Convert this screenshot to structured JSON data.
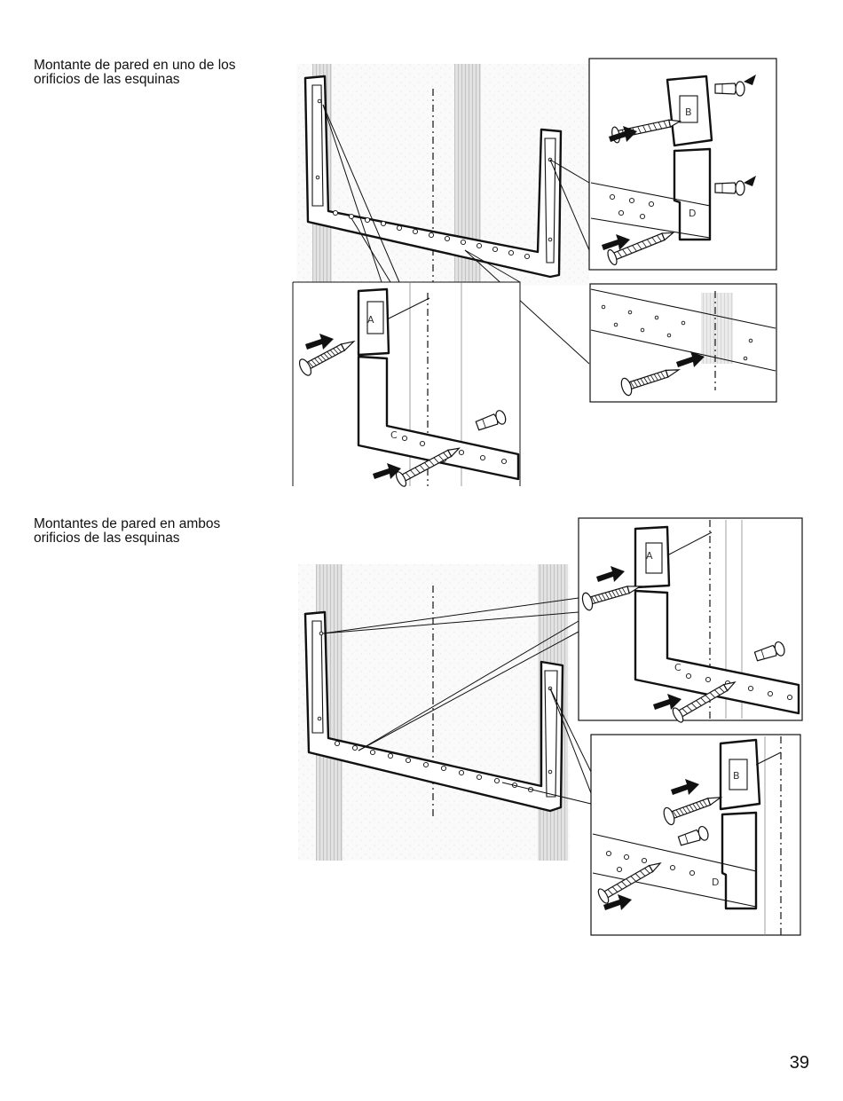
{
  "captions": {
    "single_stud": [
      "Montante de pared en uno de los",
      "orificios de las esquinas"
    ],
    "both_studs": [
      "Montantes de pared en ambos",
      "orificios de las esquinas"
    ]
  },
  "page_number": "39",
  "bracket_hole_letters": [
    "A",
    "B",
    "C",
    "D"
  ]
}
